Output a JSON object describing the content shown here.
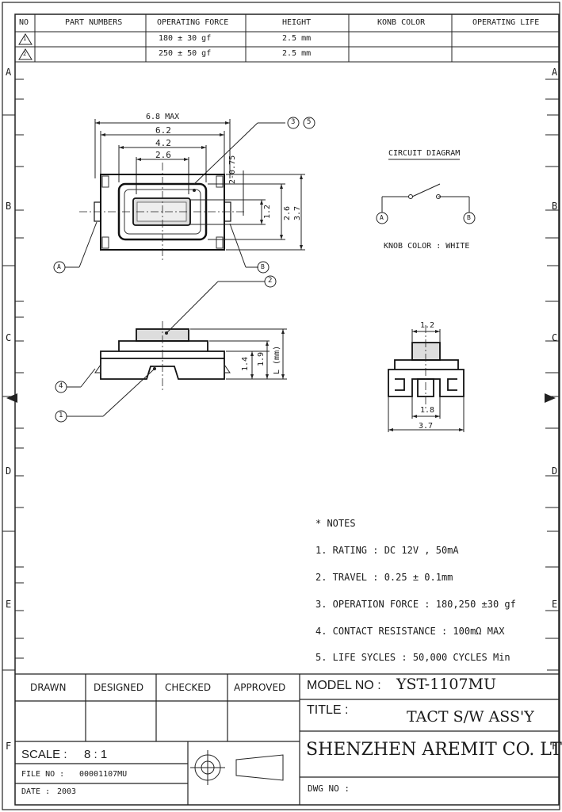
{
  "spec_table": {
    "headers": [
      "NO",
      "PART NUMBERS",
      "OPERATING FORCE",
      "HEIGHT",
      "KONB COLOR",
      "OPERATING LIFE"
    ],
    "rows": [
      {
        "no": "1",
        "part": "",
        "force": "180 ± 30 gf",
        "height": "2.5 mm",
        "color": "",
        "life": ""
      },
      {
        "no": "2",
        "part": "",
        "force": "250 ± 50 gf",
        "height": "2.5 mm",
        "color": "",
        "life": ""
      }
    ]
  },
  "border_letters": [
    "A",
    "B",
    "C",
    "D",
    "E",
    "F"
  ],
  "top_view": {
    "dims": {
      "overall": "6.8 MAX",
      "body": "6.2",
      "inner": "4.2",
      "button": "2.6",
      "gap": "2-0.75",
      "v_button": "1.2",
      "v_inner": "2.6",
      "v_body": "3.7"
    },
    "callouts": {
      "a": "A",
      "b": "B",
      "c3": "3",
      "c5": "5"
    }
  },
  "side_view": {
    "dims": {
      "h1": "1.4",
      "h2": "1.9",
      "hl": "L (mm)"
    },
    "callouts": {
      "c1": "1",
      "c2": "2",
      "c4": "4"
    }
  },
  "end_view": {
    "dims": {
      "top": "1.2",
      "mid": "1.8",
      "bottom": "3.7"
    }
  },
  "circuit": {
    "title": "CIRCUIT DIAGRAM",
    "node_a": "A",
    "node_b": "B",
    "knob": "KNOB COLOR : WHITE"
  },
  "notes": {
    "header": "* NOTES",
    "items": [
      "1. RATING : DC 12V , 50mA",
      "2. TRAVEL : 0.25 ± 0.1mm",
      "3. OPERATION FORCE : 180,250 ±30 gf",
      "4. CONTACT RESISTANCE : 100mΩ  MAX",
      "5. LIFE SYCLES : 50,000 CYCLES Min"
    ]
  },
  "title_block": {
    "drawn": "DRAWN",
    "designed": "DESIGNED",
    "checked": "CHECKED",
    "approved": "APPROVED",
    "model_label": "MODEL NO :",
    "model_value": "YST-1107MU",
    "title_label": "TITLE :",
    "title_value": "TACT S/W ASS'Y",
    "scale_label": "SCALE :",
    "scale_value": "8 : 1",
    "file_label": "FILE NO :",
    "file_value": "00001107MU",
    "date_label": "DATE :",
    "date_value": "2003",
    "company": "SHENZHEN AREMIT CO. LTD",
    "dwg_label": "DWG NO :"
  }
}
